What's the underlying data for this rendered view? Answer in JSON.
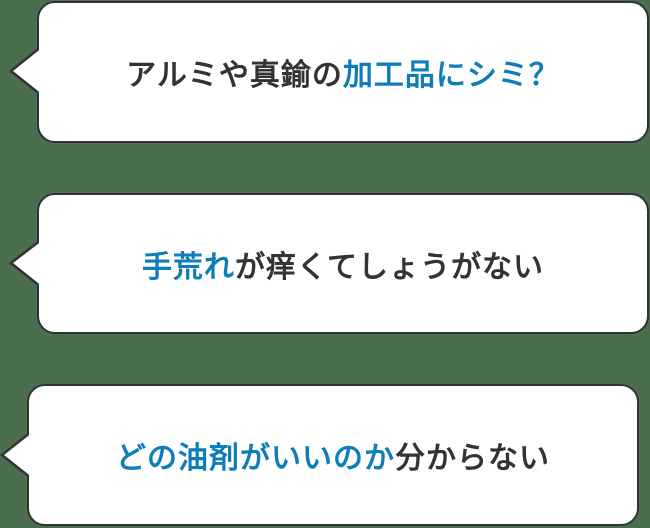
{
  "colors": {
    "background": "#4a6e4e",
    "bubble_fill": "#ffffff",
    "bubble_border": "#333333",
    "text": "#333333",
    "highlight": "#0e7db8"
  },
  "bubbles": [
    {
      "segments": [
        {
          "text": "アルミや真鍮の",
          "highlight": false
        },
        {
          "text": "加工品にシミ？",
          "highlight": true
        }
      ]
    },
    {
      "segments": [
        {
          "text": "手荒れ",
          "highlight": true
        },
        {
          "text": "が痒くてしょうがない",
          "highlight": false
        }
      ]
    },
    {
      "segments": [
        {
          "text": "どの油剤がいいのか",
          "highlight": true
        },
        {
          "text": "分からない",
          "highlight": false
        }
      ]
    }
  ]
}
